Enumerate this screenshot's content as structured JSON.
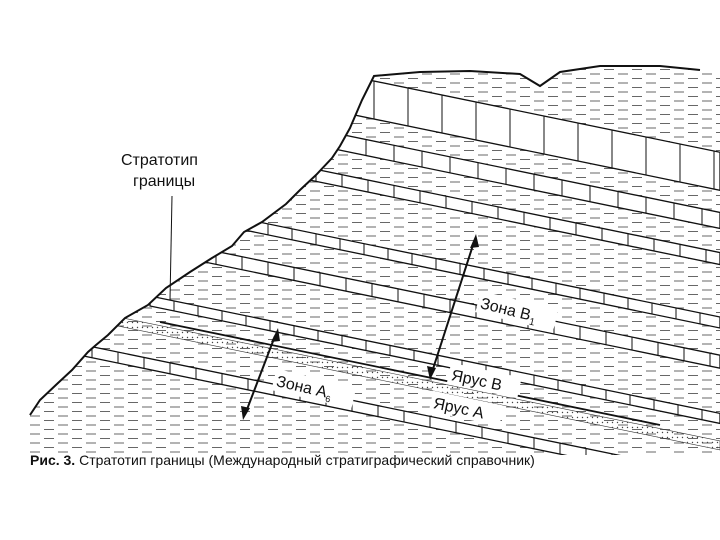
{
  "diagram": {
    "label_stratotype_line1": "Стратотип",
    "label_stratotype_line2": "границы",
    "label_zone_b": "Зона B",
    "label_zone_b_sub": "1",
    "label_zone_a": "Зона A",
    "label_zone_a_sub": "6",
    "label_stage_b": "Ярус B",
    "label_stage_a": "Ярус A"
  },
  "caption": {
    "figure_label": "Рис. 3.",
    "text": "Стратотип границы (Международный стратиграфический справочник)"
  }
}
